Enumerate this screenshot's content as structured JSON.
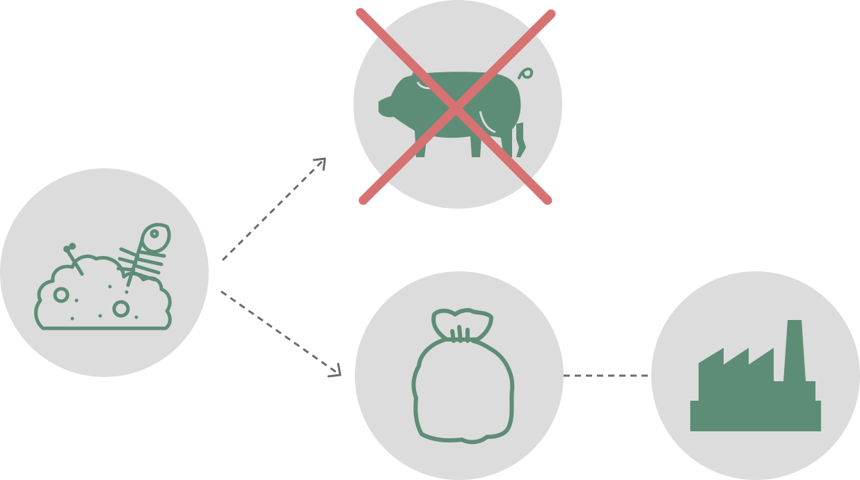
{
  "colors": {
    "circle_fill": "#dcdcdc",
    "icon_green": "#5e8d77",
    "cross_red": "#d77272",
    "arrow_gray": "#6b6b6b",
    "background": "#ffffff"
  },
  "nodes": [
    {
      "id": "food-waste",
      "icon": "food-waste-icon"
    },
    {
      "id": "animal-feed",
      "icon": "pig-icon",
      "crossed_out": true
    },
    {
      "id": "waste-bag",
      "icon": "garbage-bag-icon"
    },
    {
      "id": "factory",
      "icon": "factory-icon"
    }
  ],
  "edges": [
    {
      "from": "food-waste",
      "to": "animal-feed",
      "style": "dashed-arrow"
    },
    {
      "from": "food-waste",
      "to": "waste-bag",
      "style": "dashed-arrow"
    },
    {
      "from": "waste-bag",
      "to": "factory",
      "style": "dashed-line"
    }
  ]
}
